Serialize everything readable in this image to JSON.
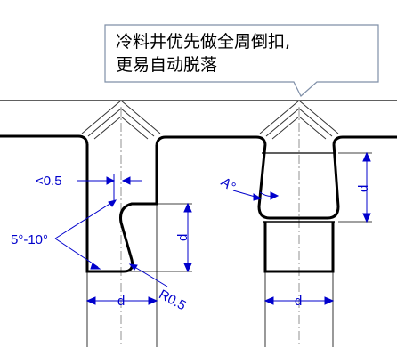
{
  "callout": {
    "line1": "冷料井优先做全周倒扣,",
    "line2": "更易自动脱落"
  },
  "labels": {
    "gap": "<0.5",
    "angle_range": "5°-10°",
    "depth_left": "d",
    "radius": "R0.5",
    "width_left": "d",
    "angle": "A°",
    "depth_right": "d",
    "width_right": "d"
  },
  "colors": {
    "outline": "#000000",
    "dimension": "#0000cc",
    "callout_border": "#7f8fa8"
  }
}
